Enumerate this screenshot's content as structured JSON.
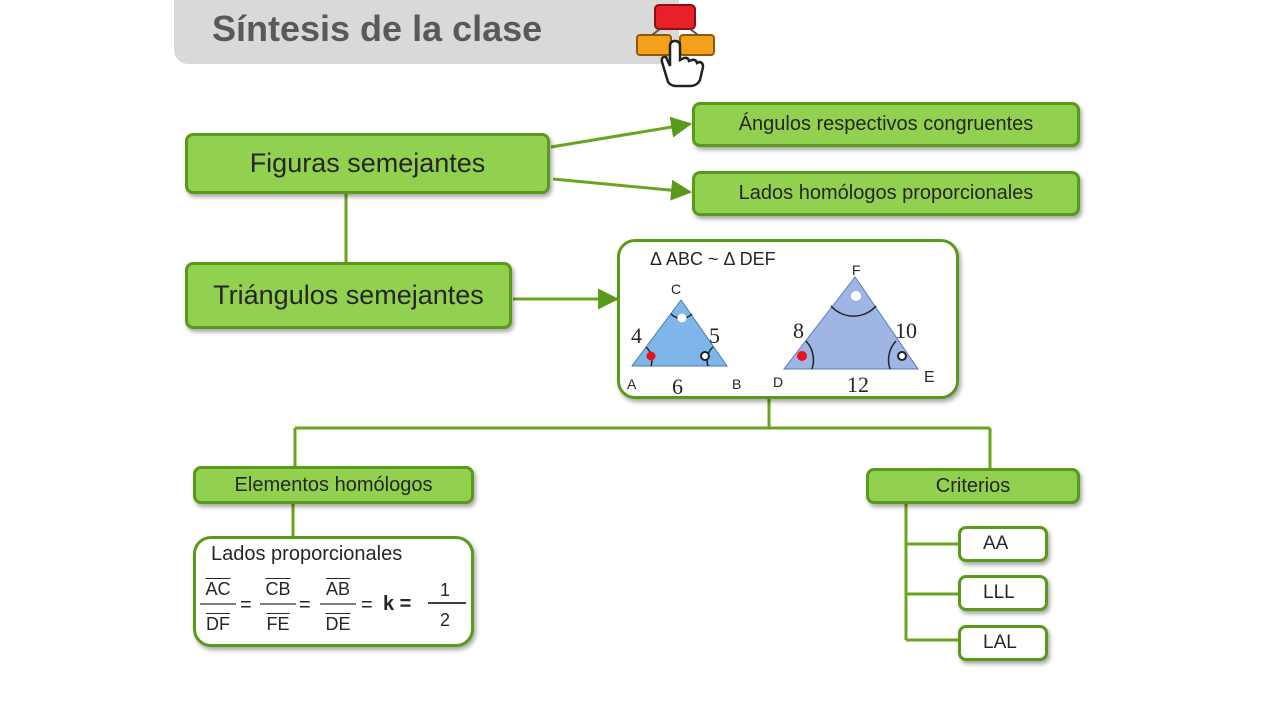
{
  "header": {
    "title": "Síntesis de la clase",
    "icon": "flowchart-hand-icon"
  },
  "nodes": {
    "figuras": "Figuras semejantes",
    "angulos": "Ángulos respectivos congruentes",
    "lados_homologos": "Lados homólogos proporcionales",
    "triangulos": "Triángulos semejantes",
    "elementos": "Elementos homólogos",
    "criterios": "Criterios"
  },
  "triangle_panel": {
    "relation": "Δ ABC ~ Δ DEF",
    "small": {
      "A": "A",
      "B": "B",
      "C": "C",
      "left_side": "4",
      "right_side": "5",
      "base": "6"
    },
    "large": {
      "D": "D",
      "E": "E",
      "F": "F",
      "left_side": "8",
      "right_side": "10",
      "base": "12"
    }
  },
  "proportion_panel": {
    "heading": "Lados proporcionales",
    "fractions": [
      {
        "num": "AC",
        "den": "DF"
      },
      {
        "num": "CB",
        "den": "FE"
      },
      {
        "num": "AB",
        "den": "DE"
      }
    ],
    "eq": "=",
    "k_label": "k =",
    "k_value": {
      "num": "1",
      "den": "2"
    }
  },
  "criteria": [
    "AA",
    "LLL",
    "LAL"
  ],
  "colors": {
    "box_fill": "#92d050",
    "box_border": "#5a9a1a",
    "triangle_small": "#7fb6ea",
    "triangle_large": "#9fb5e4",
    "angle_dot": "#e8131b"
  }
}
